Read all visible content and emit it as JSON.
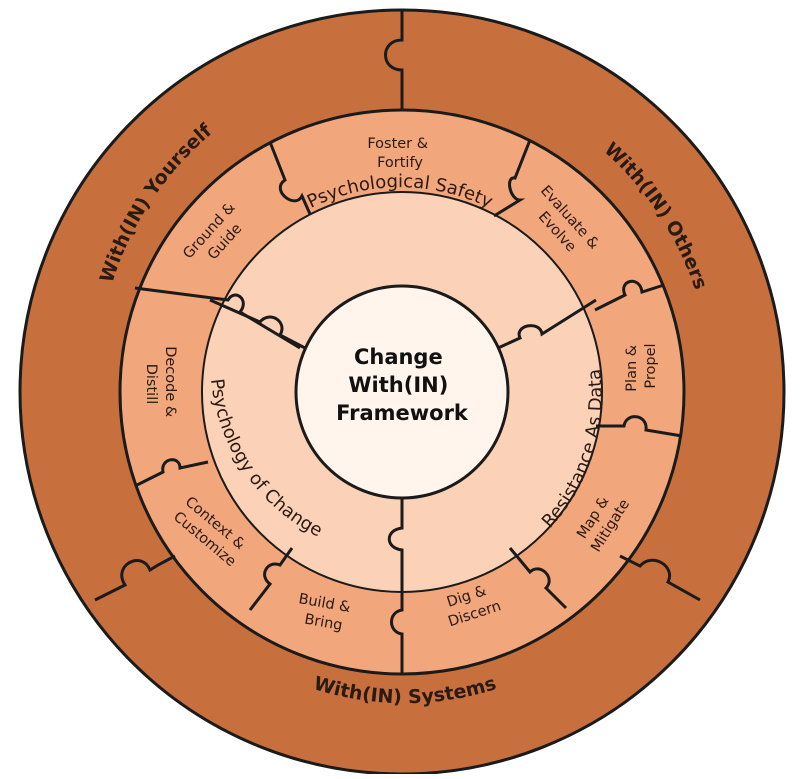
{
  "center": {
    "lines": [
      "Change",
      "With(IN)",
      "Framework"
    ]
  },
  "inner_ring": [
    {
      "label": "Psychological Safety"
    },
    {
      "label": "Resistance As Data"
    },
    {
      "label": "Psychology of Change"
    }
  ],
  "middle_ring": [
    {
      "lines": [
        "Foster &",
        "Fortify"
      ]
    },
    {
      "lines": [
        "Evaluate &",
        "Evolve"
      ]
    },
    {
      "lines": [
        "Plan &",
        "Propel"
      ]
    },
    {
      "lines": [
        "Map &",
        "Mitigate"
      ]
    },
    {
      "lines": [
        "Dig &",
        "Discern"
      ]
    },
    {
      "lines": [
        "Build &",
        "Bring"
      ]
    },
    {
      "lines": [
        "Context &",
        "Customize"
      ]
    },
    {
      "lines": [
        "Decode &",
        "Distill"
      ]
    },
    {
      "lines": [
        "Ground &",
        "Guide"
      ]
    }
  ],
  "outer_ring": [
    {
      "label": "With(IN) Yourself"
    },
    {
      "label": "With(IN) Others"
    },
    {
      "label": "With(IN) Systems"
    }
  ],
  "colors": {
    "outer": "#c8703d",
    "middle": "#f2a67c",
    "inner": "#fbd2b8",
    "center": "#fff5ec",
    "stroke": "#1b1b1b"
  }
}
